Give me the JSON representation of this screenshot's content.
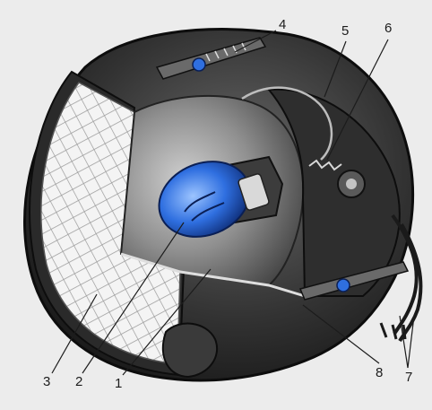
{
  "callouts": [
    {
      "id": "c1",
      "label": "1"
    },
    {
      "id": "c2",
      "label": "2"
    },
    {
      "id": "c3",
      "label": "3"
    },
    {
      "id": "c4",
      "label": "4"
    },
    {
      "id": "c5",
      "label": "5"
    },
    {
      "id": "c6",
      "label": "6"
    },
    {
      "id": "c7",
      "label": "7"
    },
    {
      "id": "c8",
      "label": "8"
    }
  ],
  "colors": {
    "background": "#ececec",
    "housing_dark": "#1e1e1e",
    "housing_mid": "#4a4a4a",
    "reflector": "#8a8a8a",
    "lens_grid": "#f2f2f2",
    "bulb": "#2f6fe0"
  }
}
